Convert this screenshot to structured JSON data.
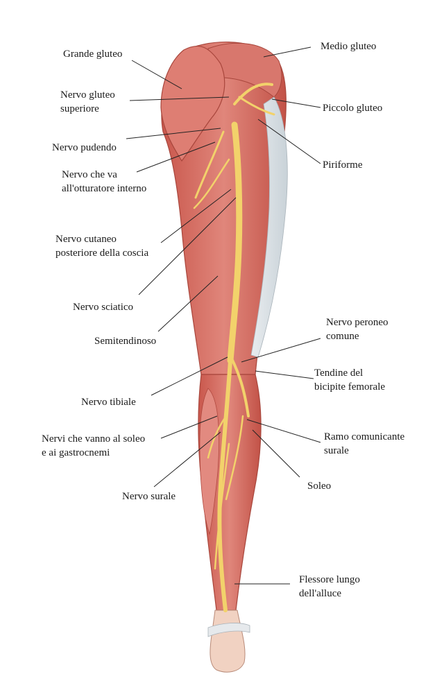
{
  "colors": {
    "muscle": "#d9736a",
    "muscle_dark": "#b5493f",
    "muscle_light": "#eaa59b",
    "nerve": "#f2d26b",
    "nerve_outline": "#c99a2e",
    "tendon": "#dfe3e6",
    "leader": "#222222"
  },
  "labels": {
    "grande_gluteo": "Grande gluteo",
    "medio_gluteo": "Medio gluteo",
    "nervo_gluteo_superiore_1": "Nervo gluteo",
    "nervo_gluteo_superiore_2": "superiore",
    "piccolo_gluteo": "Piccolo gluteo",
    "nervo_pudendo": "Nervo pudendo",
    "piriforme": "Piriforme",
    "otturatore_1": "Nervo che va",
    "otturatore_2": "all'otturatore interno",
    "cutaneo_1": "Nervo cutaneo",
    "cutaneo_2": "posteriore della coscia",
    "sciatico": "Nervo sciatico",
    "semitendinoso": "Semitendinoso",
    "peroneo_1": "Nervo peroneo",
    "peroneo_2": "comune",
    "bicipite_1": "Tendine del",
    "bicipite_2": "bicipite femorale",
    "tibiale": "Nervo tibiale",
    "soleo_gastro_1": "Nervi che vanno al soleo",
    "soleo_gastro_2": "e ai gastrocnemi",
    "ramo_1": "Ramo comunicante",
    "ramo_2": "surale",
    "soleo": "Soleo",
    "surale": "Nervo surale",
    "flessore_1": "Flessore lungo",
    "flessore_2": "dell'alluce"
  }
}
